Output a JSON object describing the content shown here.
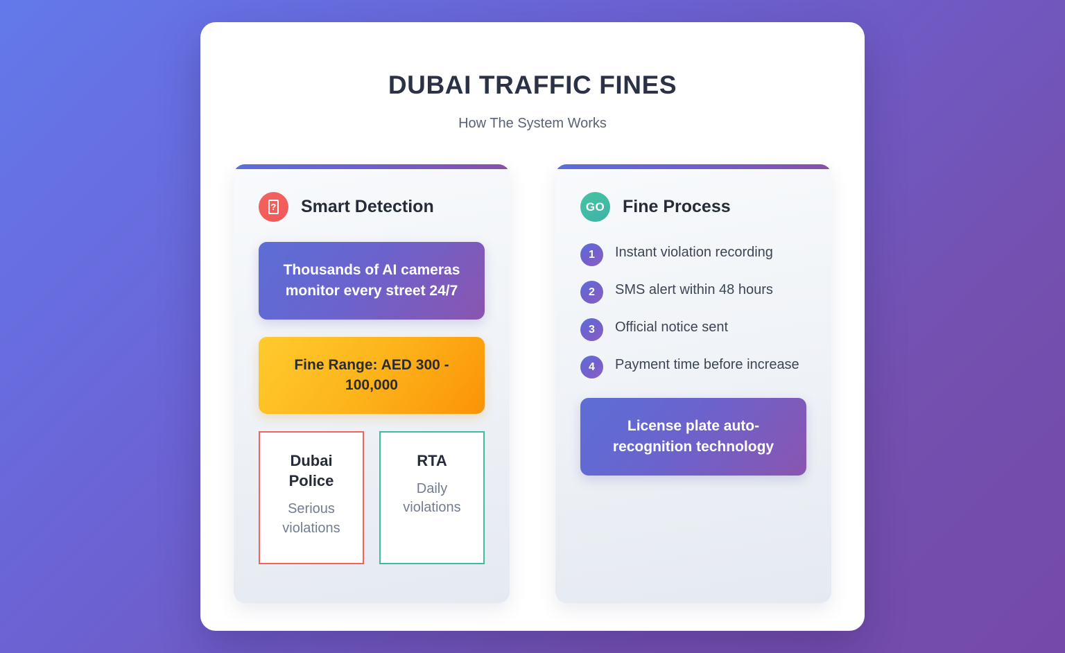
{
  "header": {
    "title": "DUBAI TRAFFIC FINES",
    "subtitle": "How The System Works"
  },
  "colors": {
    "background_gradient_start": "#6379ea",
    "background_gradient_end": "#744aa8",
    "panel_accent_start": "#5b6fd8",
    "panel_accent_end": "#8b4fa8",
    "violet_box_start": "#5c6ed6",
    "violet_box_end": "#8a55af",
    "amber_box_start": "#fecb2e",
    "amber_box_end": "#fb9306",
    "coral": "#f4615e",
    "teal": "#3fbba0",
    "title_text": "#2b3245",
    "body_text": "#3c4455",
    "muted_text": "#737c91"
  },
  "panels": [
    {
      "id": "smart-detection",
      "icon_name": "missing-glyph-icon",
      "icon_glyph": "?",
      "title": "Smart Detection",
      "violet_box": "Thousands of AI cameras monitor every street 24/7",
      "amber_box": "Fine Range: AED 300 - 100,000",
      "agencies": [
        {
          "name": "Dubai Police",
          "desc": "Serious violations",
          "accent": "#f4615e"
        },
        {
          "name": "RTA",
          "desc": "Daily violations",
          "accent": "#3fbba0"
        }
      ]
    },
    {
      "id": "fine-process",
      "icon_name": "go-badge-icon",
      "icon_glyph": "GO",
      "title": "Fine Process",
      "steps": [
        {
          "number": "1",
          "text": "Instant violation recording"
        },
        {
          "number": "2",
          "text": "SMS alert within 48 hours"
        },
        {
          "number": "3",
          "text": "Official notice sent"
        },
        {
          "number": "4",
          "text": "Payment time before increase"
        }
      ],
      "violet_box": "License plate auto-recognition technology"
    }
  ]
}
